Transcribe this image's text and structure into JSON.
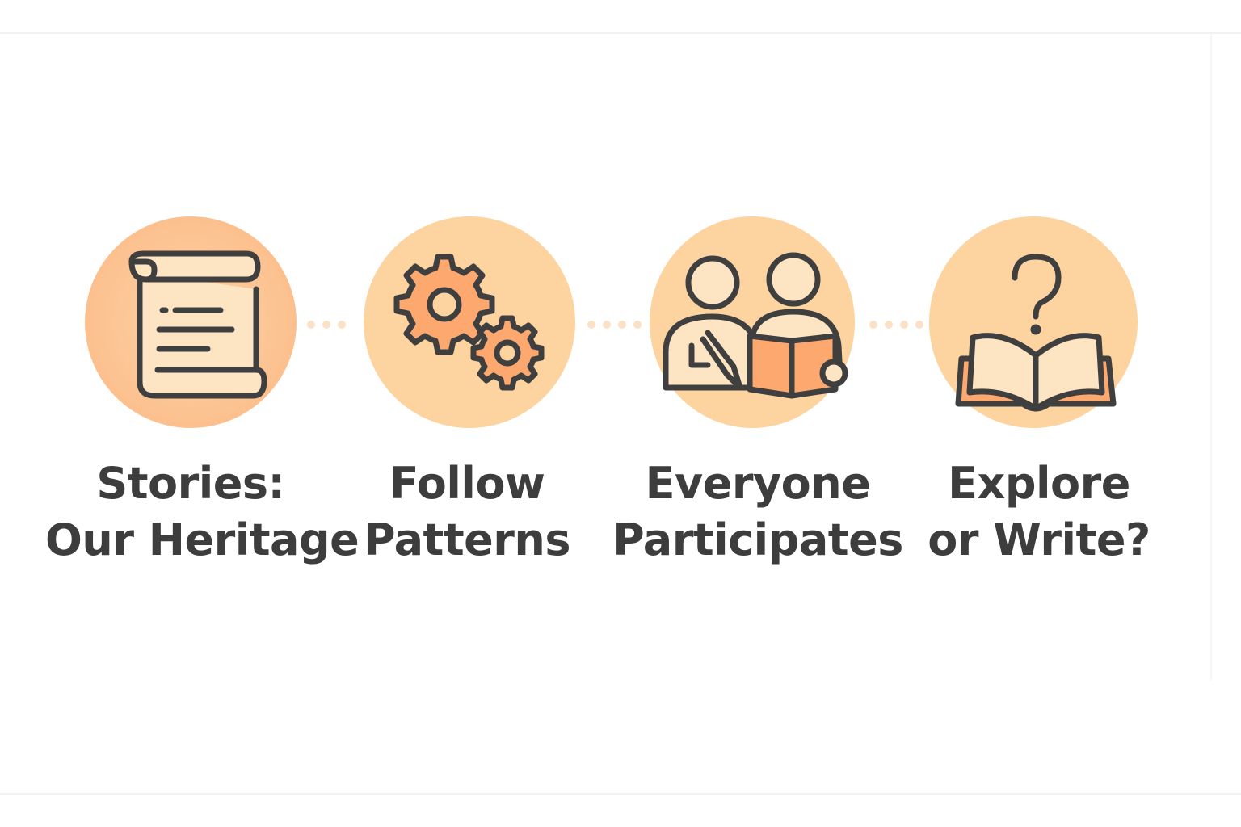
{
  "steps": [
    {
      "line1": "Stories:",
      "line2": "Our Heritage",
      "icon": "scroll-icon"
    },
    {
      "line1": "Follow",
      "line2": "Patterns",
      "icon": "gears-icon"
    },
    {
      "line1": "Everyone",
      "line2": "Participates",
      "icon": "people-reading-icon"
    },
    {
      "line1": "Explore",
      "line2": "or Write?",
      "icon": "question-book-icon"
    }
  ],
  "colors": {
    "circle_warm": "#fbc08f",
    "circle_light": "#fdd39f",
    "icon_stroke": "#3f3f3f",
    "icon_fill_light": "#fde5c4",
    "icon_fill_accent": "#fca86f",
    "text": "#3d3d3d",
    "connector_dot": "#fbe1c6"
  }
}
